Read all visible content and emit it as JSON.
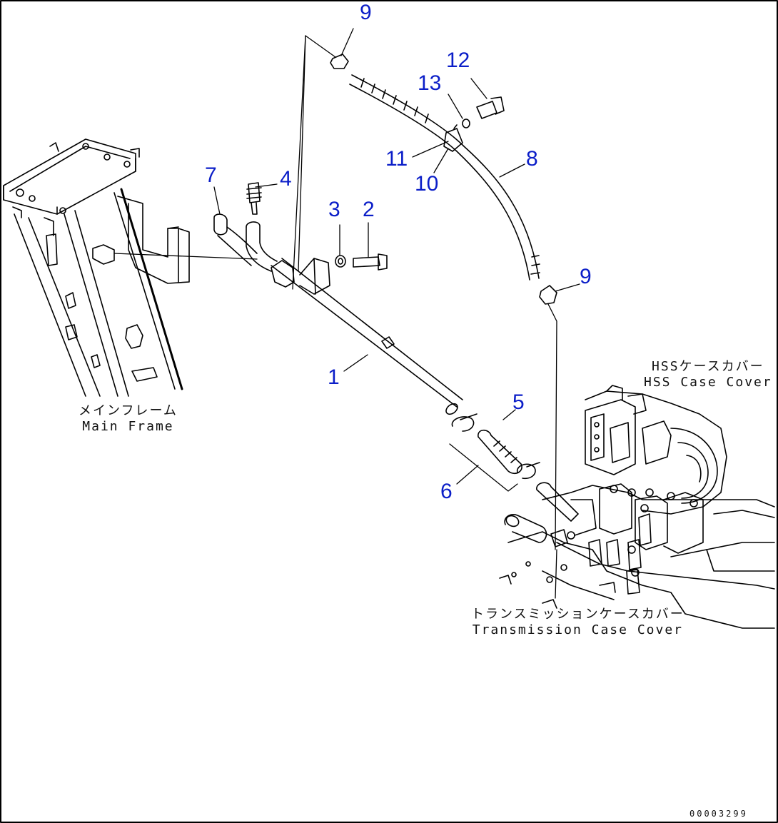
{
  "callouts": {
    "c1": "1",
    "c2": "2",
    "c3": "3",
    "c4": "4",
    "c5": "5",
    "c6": "6",
    "c7": "7",
    "c8": "8",
    "c9_top": "9",
    "c9_mid": "9",
    "c10": "10",
    "c11": "11",
    "c12": "12",
    "c13": "13"
  },
  "labels": {
    "main_frame_jp": "メインフレーム",
    "main_frame_en": "Main Frame",
    "hss_cover_jp": "HSSケースカバー",
    "hss_cover_en": "HSS Case Cover",
    "trans_cover_jp": "トランスミッションケースカバー",
    "trans_cover_en": "Transmission Case Cover"
  },
  "document_number": "00003299",
  "colors": {
    "callout": "#0b1ec8",
    "line": "#000000",
    "frame": "#000000"
  }
}
